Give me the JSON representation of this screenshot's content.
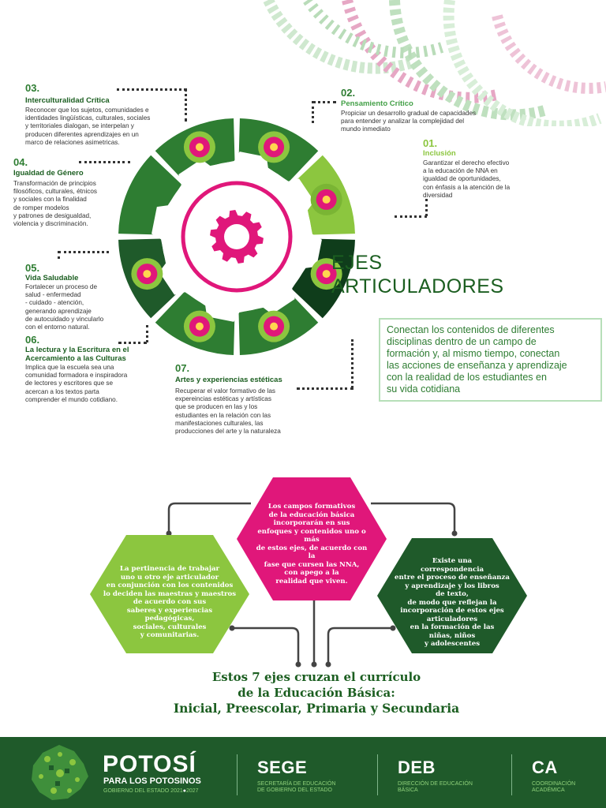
{
  "axes": [
    {
      "num": "03.",
      "title": "Interculturalidad Crítica",
      "desc": [
        "Reconocer que los sujetos, comunidades e",
        "identidades lingüísticas, culturales, sociales",
        "y territoriales dialogan, se interpelan y",
        "producen diferentes aprendizajes en un",
        "marco de relaciones asimetricas."
      ]
    },
    {
      "num": "02.",
      "title": "Pensamiento Crítico",
      "desc": [
        "Propiciar un desarrollo gradual de capacidades",
        "para entender y analizar la complejidad del",
        "mundo inmediato"
      ]
    },
    {
      "num": "01.",
      "title": "Inclusión",
      "desc": [
        "Garantizar el derecho efectivo",
        "a la educación de NNA en",
        "igualdad de oportunidades,",
        "con énfasis a la atención de la",
        "diversidad"
      ]
    },
    {
      "num": "04.",
      "title": "Igualdad de Género",
      "desc": [
        "Transformación de principios",
        "filosóficos, culturales, étnicos",
        "y sociales con la finalidad",
        "de romper modelos",
        "y patrones de desigualdad,",
        "violencia y discriminación."
      ]
    },
    {
      "num": "05.",
      "title": "Vida Saludable",
      "desc": [
        "Fortalecer un proceso de",
        "salud - enfermedad",
        "- cuidado - atención,",
        "generando aprendizaje",
        "de autocuidado y vincularlo",
        "con el entorno natural."
      ]
    },
    {
      "num": "06.",
      "title": "La lectura y la Escritura en el Acercamiento a las Culturas",
      "title_lines": [
        "La lectura y la Escritura en el",
        "Acercamiento a las Culturas"
      ],
      "desc": [
        "Implica que la escuela sea una",
        "comunidad formadora e inspiradora",
        "de lectores y escritores que se",
        "acercan a los textos parta",
        "comprender el mundo cotidiano."
      ]
    },
    {
      "num": "07.",
      "title": "Artes y experiencias estéticas",
      "desc": [
        "Recuperar el valor formativo de las",
        "expereincias estéticas y artísticas",
        "que se producen en las y los",
        "estudiantes en la relación con las",
        "manifestaciones culturales, las",
        "producciones del arte y la naturaleza"
      ]
    }
  ],
  "title": {
    "line1": "EJES",
    "line2": "ARTICULADORES"
  },
  "info_box": [
    "Conectan los contenidos de diferentes",
    "disciplinas dentro de un campo de",
    "formación y, al mismo tiempo, conectan",
    "las acciones de enseñanza y aprendizaje",
    "con la realidad de los estudiantes en",
    "su vida cotidiana"
  ],
  "hexagons": {
    "center": {
      "color": "#e0177a",
      "lines": [
        "Los campos formativos",
        "de la educación básica",
        "incorporarán en sus",
        "enfoques y contenidos uno o más",
        "de estos ejes, de acuerdo con la",
        "fase que cursen las NNA,",
        "con apego a la",
        "realidad que viven."
      ]
    },
    "left": {
      "color": "#8cc63f",
      "lines": [
        "La pertinencia de trabajar",
        "uno u otro eje articulador",
        "en conjunción con los contenidos",
        "lo deciden las maestras y maestros",
        "de acuerdo con sus",
        "saberes y experiencias",
        "pedagógicas,",
        "sociales, culturales",
        "y comunitarias."
      ]
    },
    "right": {
      "color": "#1f5a2a",
      "lines": [
        "Existe una",
        "correspondencia",
        "entre el proceso de enseñanza",
        "y aprendizaje y los libros",
        "de texto,",
        "de modo que reflejan la",
        "incorporación de estos ejes",
        "articuladores",
        "en la formación de las",
        "niñas, niños",
        "y adolescentes"
      ]
    }
  },
  "bottom_title": [
    "Estos 7 ejes cruzan el currículo",
    "de la Educación Básica:",
    "Inicial, Preescolar, Primaria y Secundaria"
  ],
  "footer": {
    "brand": "POTOSÍ",
    "brand_sub": "PARA LOS POTOSINOS",
    "gov": "GOBIERNO DEL ESTADO 2021",
    "gov_end": "2027",
    "orgs": [
      {
        "abbr": "SEGE",
        "lines": [
          "SECRETARÍA DE EDUCACIÓN",
          "DE GOBIERNO DEL ESTADO"
        ]
      },
      {
        "abbr": "DEB",
        "lines": [
          "DIRECCIÓN DE EDUCACIÓN",
          "BÁSICA"
        ]
      },
      {
        "abbr": "CA",
        "lines": [
          "COORDINACIÓN",
          "ACADÉMICA"
        ]
      }
    ]
  },
  "colors": {
    "dark_green": "#1f5a2a",
    "mid_green": "#2e7d32",
    "light_green": "#8cc63f",
    "magenta": "#e0177a"
  },
  "icons": [
    "group-icon",
    "idea-icon",
    "puzzle-icon",
    "gender-icon",
    "heart-hands-icon",
    "book-icon",
    "flower-icon",
    "gear-icon"
  ]
}
